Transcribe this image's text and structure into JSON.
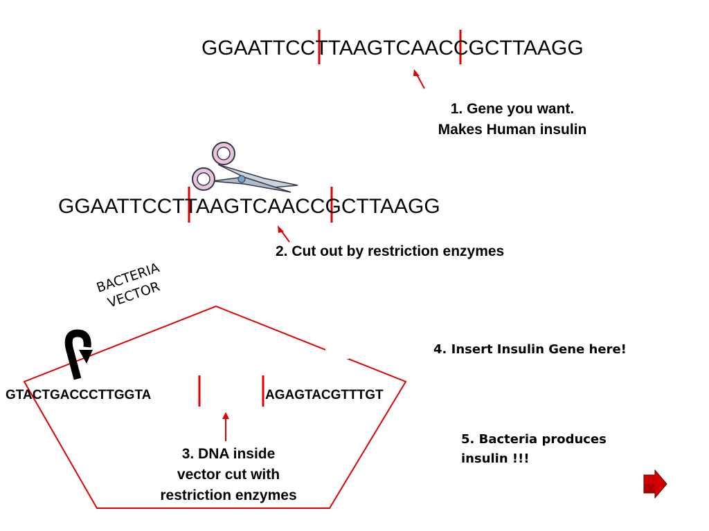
{
  "sequences": {
    "gene_strand": "GGAATTCCTTAAGTCAACCGCTTAAGG",
    "cut_strand": "GGAATTCCTTAAGTCAACCGCTTAAGG",
    "vector_left": "GTACTGACCCTTGGTA",
    "vector_right": "AGAGTACGTTTGT"
  },
  "labels": {
    "step1_line1": "1.  Gene you want.",
    "step1_line2": "Makes Human insulin",
    "step2": "2.  Cut out by restriction enzymes",
    "step3_line1": "3.  DNA inside",
    "step3_line2": "vector cut with",
    "step3_line3": "restriction enzymes",
    "step4": "4.  Insert Insulin Gene here!",
    "step5_line1": "5.  Bacteria produces",
    "step5_line2": "insulin !!!",
    "vector_line1": "BACTERIA",
    "vector_line2": "VECTOR"
  },
  "icons": {
    "scissors": "scissors-icon",
    "next": "next-arrow-icon",
    "curved_arrow": "curved-arrow-icon"
  },
  "colors": {
    "cut_marker": "#e00000",
    "pentagon": "#e00000",
    "pointer_arrow": "#e00000",
    "text": "#000000"
  }
}
